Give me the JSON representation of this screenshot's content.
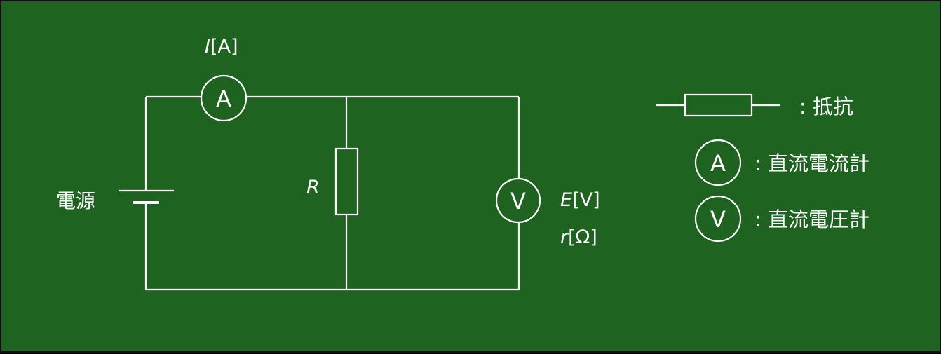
{
  "circuit": {
    "ammeter_symbol": "A",
    "voltmeter_symbol": "V",
    "current_label": {
      "symbol": "I",
      "unit": "[A]"
    },
    "resistor_label": "R",
    "emf_label": {
      "symbol": "E",
      "unit": "[V]"
    },
    "internal_resistance_label": {
      "symbol": "r",
      "unit": "[Ω]"
    },
    "source_label": "電源"
  },
  "legend": {
    "resistor": {
      "text": ": 抵抗"
    },
    "ammeter": {
      "symbol": "A",
      "text": ": 直流電流計"
    },
    "voltmeter": {
      "symbol": "V",
      "text": ": 直流電圧計"
    }
  },
  "colors": {
    "background": "#1e6320",
    "line": "#ffffff"
  }
}
